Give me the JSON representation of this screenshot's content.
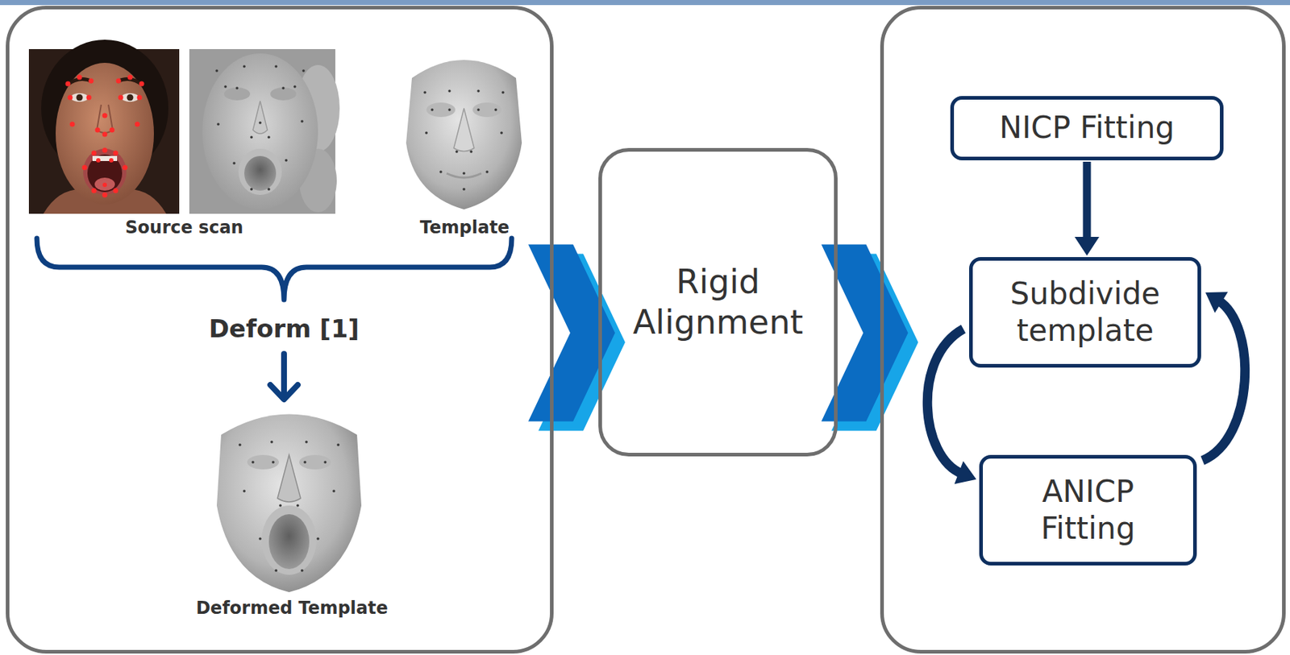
{
  "diagram": {
    "nodes": [
      {
        "text": [
          "Source scan",
          "Template",
          "Deform [1]",
          "Deformed Template"
        ]
      },
      {
        "text": [
          "Rigid Alignment"
        ]
      },
      {
        "text": []
      },
      {
        "text": [
          "NICP Fitting"
        ],
        "in": 2
      },
      {
        "text": [
          "Subdivide template"
        ],
        "in": 2
      },
      {
        "text": [
          "ANICP Fitting"
        ],
        "in": 2
      }
    ],
    "edges": [
      {
        "from": 0,
        "to": 1,
        "arrow": "to"
      },
      {
        "from": 1,
        "to": 2,
        "arrow": "to"
      },
      {
        "from": 3,
        "to": 4,
        "arrow": "to"
      },
      {
        "from": 4,
        "to": 5,
        "arrow": "to"
      },
      {
        "from": 5,
        "to": 4,
        "arrow": "to"
      }
    ]
  }
}
